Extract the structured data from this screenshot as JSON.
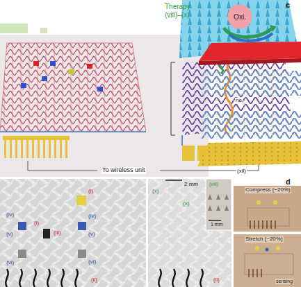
{
  "diagram": {
    "nodes": [
      {
        "text": [
          "Oxi."
        ]
      }
    ],
    "labels": [
      "Therapy",
      "(viii)–(x)",
      "To wireless unit",
      "c",
      "ne",
      "(xii)",
      "(i)",
      "(iv)",
      "(iv)",
      "(i)",
      "(iii)",
      "(v)",
      "(v)",
      "(vi)",
      "(vi)",
      "(ii)",
      "2 mm",
      "(x)",
      "(x)",
      "(viii)",
      "1 mm",
      "(ii)",
      "d",
      "Compress (~20%)",
      "Stretch (~20%)",
      "sensing"
    ]
  }
}
